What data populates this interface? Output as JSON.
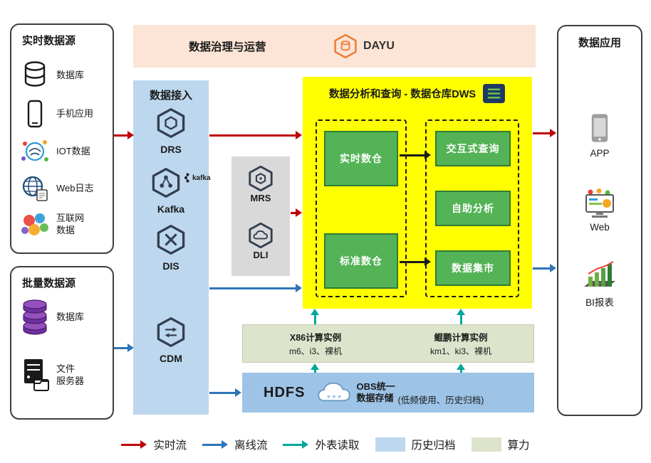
{
  "banner": {
    "title": "数据治理与运营",
    "logo": "DAYU"
  },
  "realtime_sources": {
    "title": "实时数据源",
    "items": [
      {
        "label": "数据库"
      },
      {
        "label": "手机应用"
      },
      {
        "label": "IOT数据"
      },
      {
        "label": "Web日志"
      },
      {
        "label": "互联网\n数据"
      }
    ]
  },
  "batch_sources": {
    "title": "批量数据源",
    "items": [
      {
        "label": "数据库"
      },
      {
        "label": "文件\n服务器"
      }
    ]
  },
  "data_access": {
    "title": "数据接入",
    "services": [
      {
        "name": "DRS"
      },
      {
        "name": "Kafka"
      },
      {
        "name": "DIS"
      },
      {
        "name": "CDM"
      }
    ],
    "kafka_logo": "kafka"
  },
  "middle_services": {
    "mrs": "MRS",
    "dli": "DLI"
  },
  "dws": {
    "title": "数据分析和查询 - 数据仓库DWS",
    "left_modules": [
      "实时数仓",
      "标准数仓"
    ],
    "right_modules": [
      "交互式查询",
      "自助分析",
      "数据集市"
    ]
  },
  "compute": {
    "x86_title": "X86计算实例",
    "x86_detail": "m6、i3、裸机",
    "kunpeng_title": "鲲鹏计算实例",
    "kunpeng_detail": "km1、ki3、裸机"
  },
  "storage": {
    "hdfs": "HDFS",
    "obs_title": "OBS统一\n数据存储",
    "note": "(低频使用、历史归档)"
  },
  "apps": {
    "title": "数据应用",
    "items": [
      {
        "label": "APP"
      },
      {
        "label": "Web"
      },
      {
        "label": "BI报表"
      }
    ]
  },
  "legend": {
    "realtime": "实时流",
    "offline": "离线流",
    "external": "外表读取",
    "history": "历史归档",
    "compute": "算力"
  },
  "colors": {
    "realtime_flow": "#c00000",
    "offline_flow": "#2e75b6",
    "external_read": "#00a79b",
    "history_swatch": "#bdd7ee",
    "compute_swatch": "#dce4cb",
    "dws_background": "#ffff00",
    "module_green": "#53b356",
    "banner_background": "#fce4d6"
  }
}
